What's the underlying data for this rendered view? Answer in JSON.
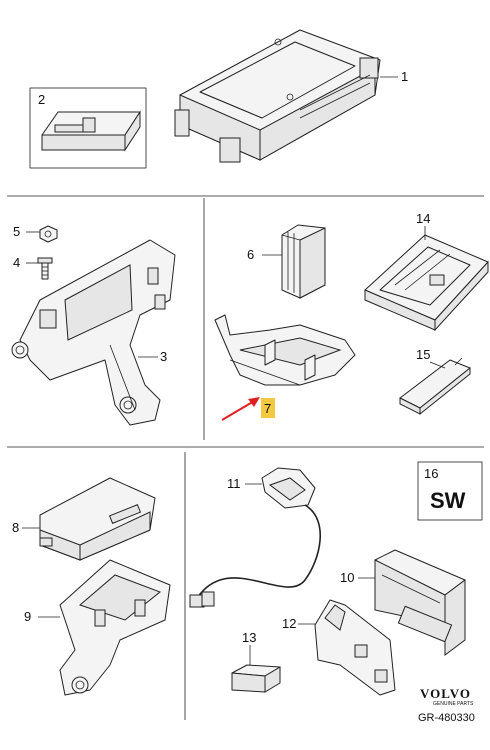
{
  "callouts": {
    "c1": "1",
    "c2": "2",
    "c3": "3",
    "c4": "4",
    "c5": "5",
    "c6": "6",
    "c7": "7",
    "c8": "8",
    "c9": "9",
    "c10": "10",
    "c11": "11",
    "c12": "12",
    "c13": "13",
    "c14": "14",
    "c15": "15",
    "c16": "16"
  },
  "software_label": "SW",
  "brand": {
    "name": "VOLVO",
    "tagline": "GENUINE PARTS",
    "reference": "GR-480330"
  },
  "colors": {
    "highlight": "#f5c842",
    "arrow": "#e02020",
    "ink": "#222222"
  }
}
